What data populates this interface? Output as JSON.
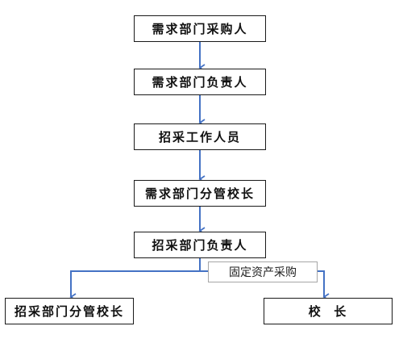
{
  "steps": [
    "需求部门采购人",
    "需求部门负责人",
    "招采工作人员",
    "需求部门分管校长",
    "招采部门负责人"
  ],
  "branches": {
    "left": "招采部门分管校长",
    "right": "校  长",
    "right_condition": "固定资产采购"
  },
  "colors": {
    "arrow": "#4472c4",
    "box_border": "#1a1a1a",
    "tag_border": "#a6a6a6"
  }
}
